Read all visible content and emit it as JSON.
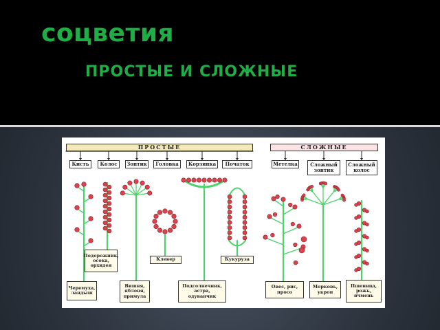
{
  "slide": {
    "title": "соцветия",
    "subtitle": "ПРОСТЫЕ И СЛОЖНЫЕ"
  },
  "diagram": {
    "simple_header": "ПРОСТЫЕ",
    "complex_header": "СЛОЖНЫЕ",
    "simple_types": [
      "Кисть",
      "Колос",
      "Зонтик",
      "Головка",
      "Корзинка",
      "Початок"
    ],
    "complex_types": [
      "Метелка",
      "Сложный зонтик",
      "Сложный колос"
    ],
    "examples": {
      "podorozhnik": "Подорожник,\nосока,\nорхидея",
      "klever": "Клевер",
      "kukuruza": "Кукуруза",
      "cheremukha": "Черемуха,\nландыш",
      "vishnya": "Вишня,\nяблоня,\nпримула",
      "podsolnechnik": "Подсолнечник,\nастра,\nодуванчик",
      "oves": "Овес, рис,\nпросо",
      "morkov": "Морковь,\nукроп",
      "pshenitsa": "Пшеница,\nрожь,\nячмень"
    },
    "colors": {
      "stem": "#4cd36b",
      "flower": "#d9434e",
      "title": "#1fae45"
    }
  }
}
